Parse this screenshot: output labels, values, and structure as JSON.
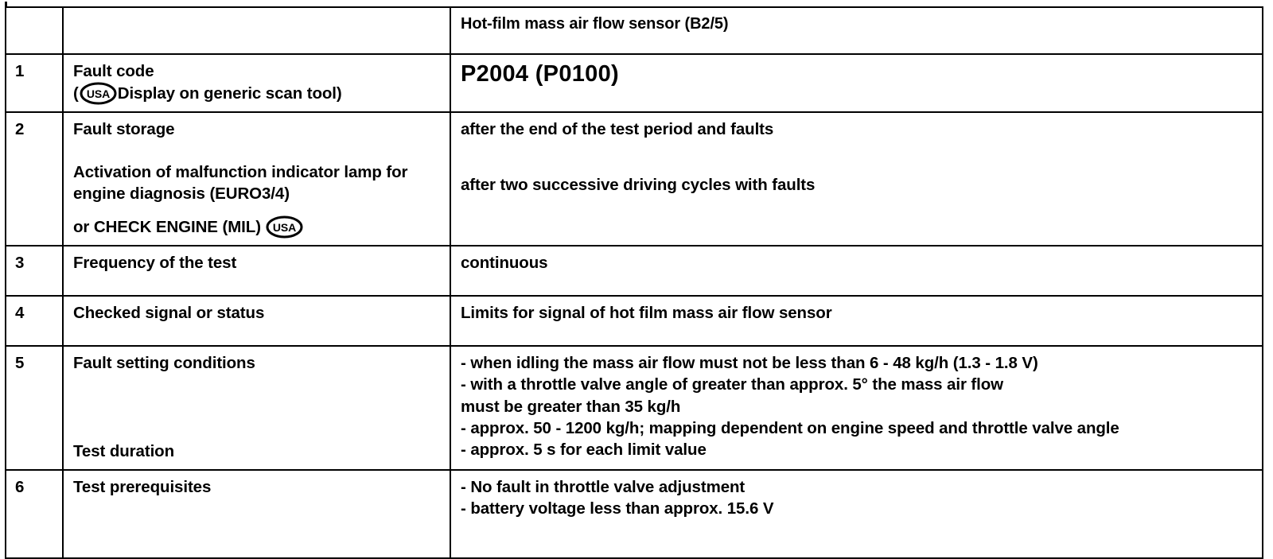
{
  "document": {
    "title": "Hot-film mass air flow sensor (B2/5) diagnostic test table",
    "badge_icon_text": "USA"
  },
  "table": {
    "header": {
      "num": "",
      "label": "",
      "value": "Hot-film mass air flow sensor (B2/5)"
    },
    "rows": [
      {
        "num": "1",
        "label_lines": [
          "Fault code"
        ],
        "label_badge_prefix": "(",
        "label_badge_suffix": "Display on generic scan tool)",
        "value_lines": [
          "P2004 (P0100)"
        ],
        "value_style": "large"
      },
      {
        "num": "2",
        "label_lines": [
          "Fault storage",
          "Activation of malfunction indicator lamp for",
          "engine diagnosis (EURO3/4)",
          "or CHECK ENGINE (MIL)"
        ],
        "value_lines": [
          "after the end of the test period and faults",
          "after two successive driving cycles with faults"
        ]
      },
      {
        "num": "3",
        "label_lines": [
          "Frequency of the test"
        ],
        "value_lines": [
          "continuous"
        ]
      },
      {
        "num": "4",
        "label_lines": [
          "Checked signal or status"
        ],
        "value_lines": [
          "Limits for signal of hot film mass air flow sensor"
        ]
      },
      {
        "num": "5",
        "label_lines": [
          "Fault setting conditions",
          "Test duration"
        ],
        "value_lines": [
          "- when idling the mass air flow must not be less than 6 - 48 kg/h (1.3 - 1.8 V)",
          "- with a throttle valve angle of greater than approx. 5° the mass air flow",
          "must be greater than 35 kg/h",
          "- approx. 50 - 1200 kg/h; mapping dependent on engine speed and throttle valve angle",
          "- approx. 5 s for each limit value"
        ]
      },
      {
        "num": "6",
        "label_lines": [
          "Test prerequisites"
        ],
        "value_lines": [
          "- No fault in throttle valve adjustment",
          "- battery voltage less than approx. 15.6 V"
        ]
      }
    ]
  }
}
